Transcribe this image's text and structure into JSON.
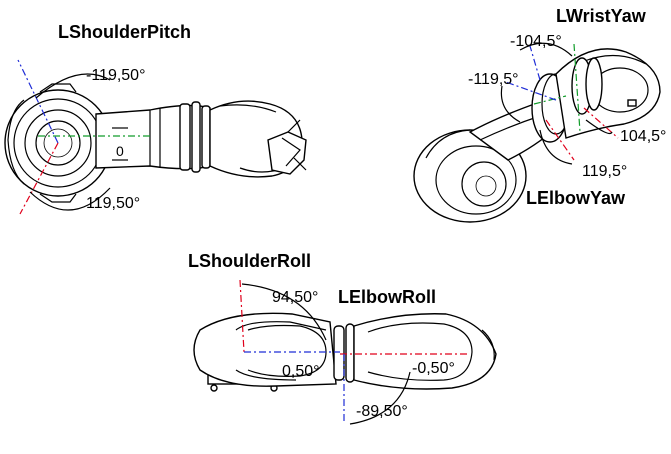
{
  "joints": {
    "lshoulderpitch": {
      "name": "LShoulderPitch",
      "angle_min": "-119,50°",
      "angle_max": "119,50°"
    },
    "lwristyaw": {
      "name": "LWristYaw",
      "angle_min": "-104,5°",
      "angle_max": "104,5°"
    },
    "lelbowyaw": {
      "name": "LElbowYaw",
      "angle_min": "-119,5°",
      "angle_max": "119,5°"
    },
    "lshoulderroll": {
      "name": "LShoulderRoll",
      "angle_max": "94,50°",
      "angle_zero": "0,50°"
    },
    "lelbowroll": {
      "name": "LElbowRoll",
      "angle_zero": "-0,50°",
      "angle_min": "-89,50°"
    }
  },
  "marks": {
    "zero": "0"
  },
  "colors": {
    "positive_axis": "#e0001b",
    "negative_axis": "#1f2dd6",
    "zero_axis": "#119c2a",
    "outline": "#000000"
  }
}
